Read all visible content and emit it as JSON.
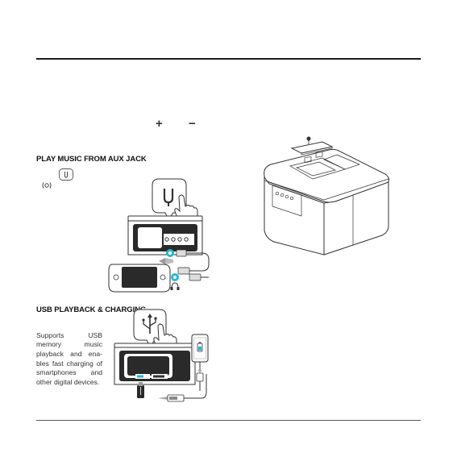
{
  "page": {
    "volume_plus_symbol": "+",
    "volume_minus_symbol": "−"
  },
  "aux_section": {
    "heading": "PLAY MUSIC FROM AUX JACK",
    "icons": [
      "aux-source-icon",
      "aux-button-icon",
      "finger-press-icon",
      "aux-cable-icon",
      "headphone-jack-icon"
    ]
  },
  "usb_section": {
    "heading": "USB PLAYBACK & CHARGING",
    "text": "Supports USB memory music playback and ena­bles fast charging of smartphones and other digital devices.",
    "icons": [
      "usb-symbol-icon",
      "finger-press-icon",
      "usb-stick-icon",
      "smartphone-icon",
      "usb-cable-icon"
    ]
  },
  "colors": {
    "text": "#222222",
    "rule": "#1a1a1a",
    "accent": "#29b6d8"
  }
}
